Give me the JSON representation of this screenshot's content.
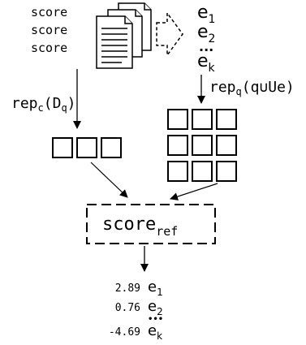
{
  "doc_scores": [
    "score",
    "score",
    "score"
  ],
  "entities": {
    "base": "e",
    "subs": [
      "1",
      "2",
      "k"
    ],
    "ellipsis": "..."
  },
  "rep_c": {
    "prefix": "rep",
    "sub": "c",
    "arg_open": "(D",
    "arg_sub": "q",
    "arg_close": ")"
  },
  "rep_q": {
    "prefix": "rep",
    "sub": "q",
    "arg": "(q∪Ue)"
  },
  "score_ref": {
    "base": "score",
    "sub": "ref"
  },
  "results": [
    {
      "score": "2.89",
      "base": "e",
      "sub": "1"
    },
    {
      "score": "0.76",
      "base": "e",
      "sub": "2"
    },
    {
      "score": "-4.69",
      "base": "e",
      "sub": "k"
    }
  ],
  "results_ellipsis": "•••"
}
